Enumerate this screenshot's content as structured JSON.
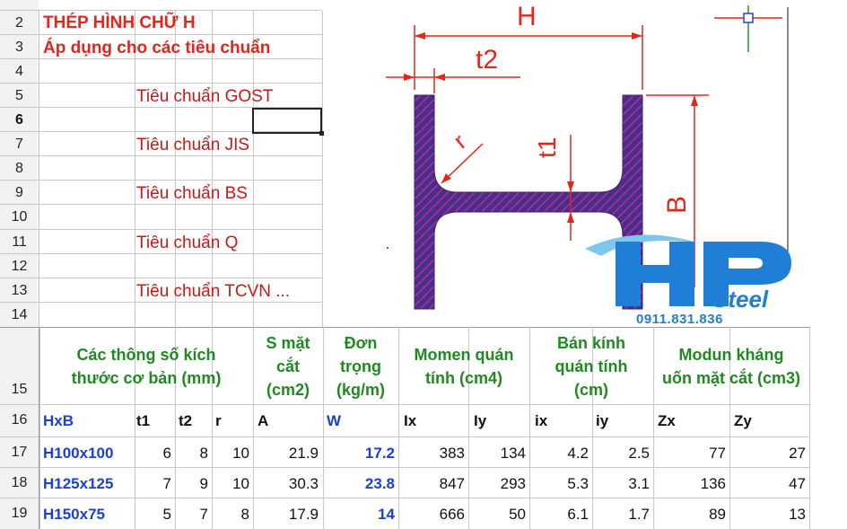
{
  "title": "THÉP HÌNH CHỮ H",
  "subtitle": "Áp dụng cho các tiêu chuẩn",
  "row_numbers_top": [
    "2",
    "3",
    "4",
    "5",
    "6",
    "7",
    "8",
    "9",
    "10",
    "11",
    "12",
    "13",
    "14"
  ],
  "row_numbers_bottom": [
    "15",
    "16",
    "17",
    "18",
    "19"
  ],
  "standards": [
    {
      "row": "5",
      "label": "Tiêu chuẩn GOST"
    },
    {
      "row": "7",
      "label": "Tiêu chuẩn JIS"
    },
    {
      "row": "9",
      "label": "Tiêu chuẩn BS"
    },
    {
      "row": "11",
      "label": "Tiêu chuẩn Q"
    },
    {
      "row": "13",
      "label": "Tiêu chuẩn TCVN ..."
    }
  ],
  "diagram": {
    "label_H": "H",
    "label_t2": "t2",
    "label_t1": "t1",
    "label_B": "B",
    "label_r": "r"
  },
  "logo": {
    "letters": "HP",
    "word": "Steel",
    "phone": "0911.831.836",
    "brand_color": "#1f7fd6"
  },
  "group_headers": {
    "dims": "Các thông số kích\nthước cơ bản (mm)",
    "area": "S mặt\ncắt\n(cm2)",
    "weight": "Đơn\ntrọng\n(kg/m)",
    "inertia": "Momen quán\ntính (cm4)",
    "radius": "Bán kính\nquán tính\n(cm)",
    "modulus": "Modun kháng\nuốn mặt cắt (cm3)"
  },
  "columns": [
    "HxB",
    "t1",
    "t2",
    "r",
    "A",
    "W",
    "Ix",
    "Iy",
    "ix",
    "iy",
    "Zx",
    "Zy"
  ],
  "rows": [
    {
      "num": "17",
      "values": [
        "H100x100",
        "6",
        "8",
        "10",
        "21.9",
        "17.2",
        "383",
        "134",
        "4.2",
        "2.5",
        "77",
        "27"
      ]
    },
    {
      "num": "18",
      "values": [
        "H125x125",
        "7",
        "9",
        "10",
        "30.3",
        "23.8",
        "847",
        "293",
        "5.3",
        "3.1",
        "136",
        "47"
      ]
    },
    {
      "num": "19",
      "values": [
        "H150x75",
        "5",
        "7",
        "8",
        "17.9",
        "14",
        "666",
        "50",
        "6.1",
        "1.7",
        "89",
        "13"
      ]
    }
  ],
  "colors": {
    "title_red": "#e3261c",
    "header_green": "#1f8a1f",
    "value_blue": "#1a3fd6",
    "section_fill": "#4a2e8c",
    "dimension_red": "#e3261c"
  }
}
